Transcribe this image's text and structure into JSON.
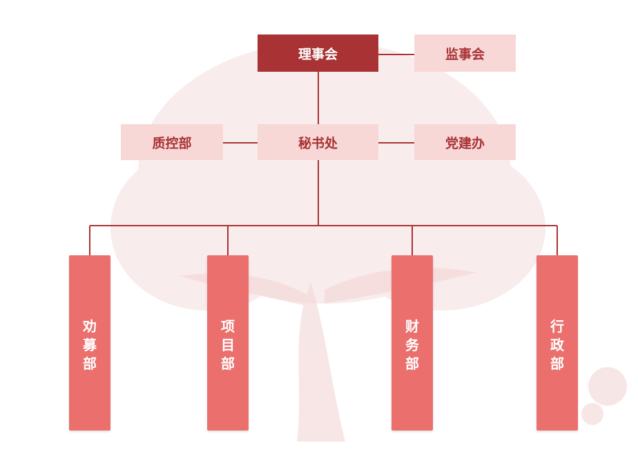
{
  "chart": {
    "board": "理事会",
    "supervisory": "监事会",
    "secretariat": "秘书处",
    "quality": "质控部",
    "party": "党建办",
    "departments": [
      {
        "chars": [
          "劝",
          "募",
          "部"
        ]
      },
      {
        "chars": [
          "项",
          "目",
          "部"
        ]
      },
      {
        "chars": [
          "财",
          "务",
          "部"
        ]
      },
      {
        "chars": [
          "行",
          "政",
          "部"
        ]
      }
    ]
  },
  "colors": {
    "board_fill": "#a83234",
    "light_fill": "#f8d8d7",
    "dept_fill": "#ea6f6d",
    "connector": "#a83234"
  }
}
